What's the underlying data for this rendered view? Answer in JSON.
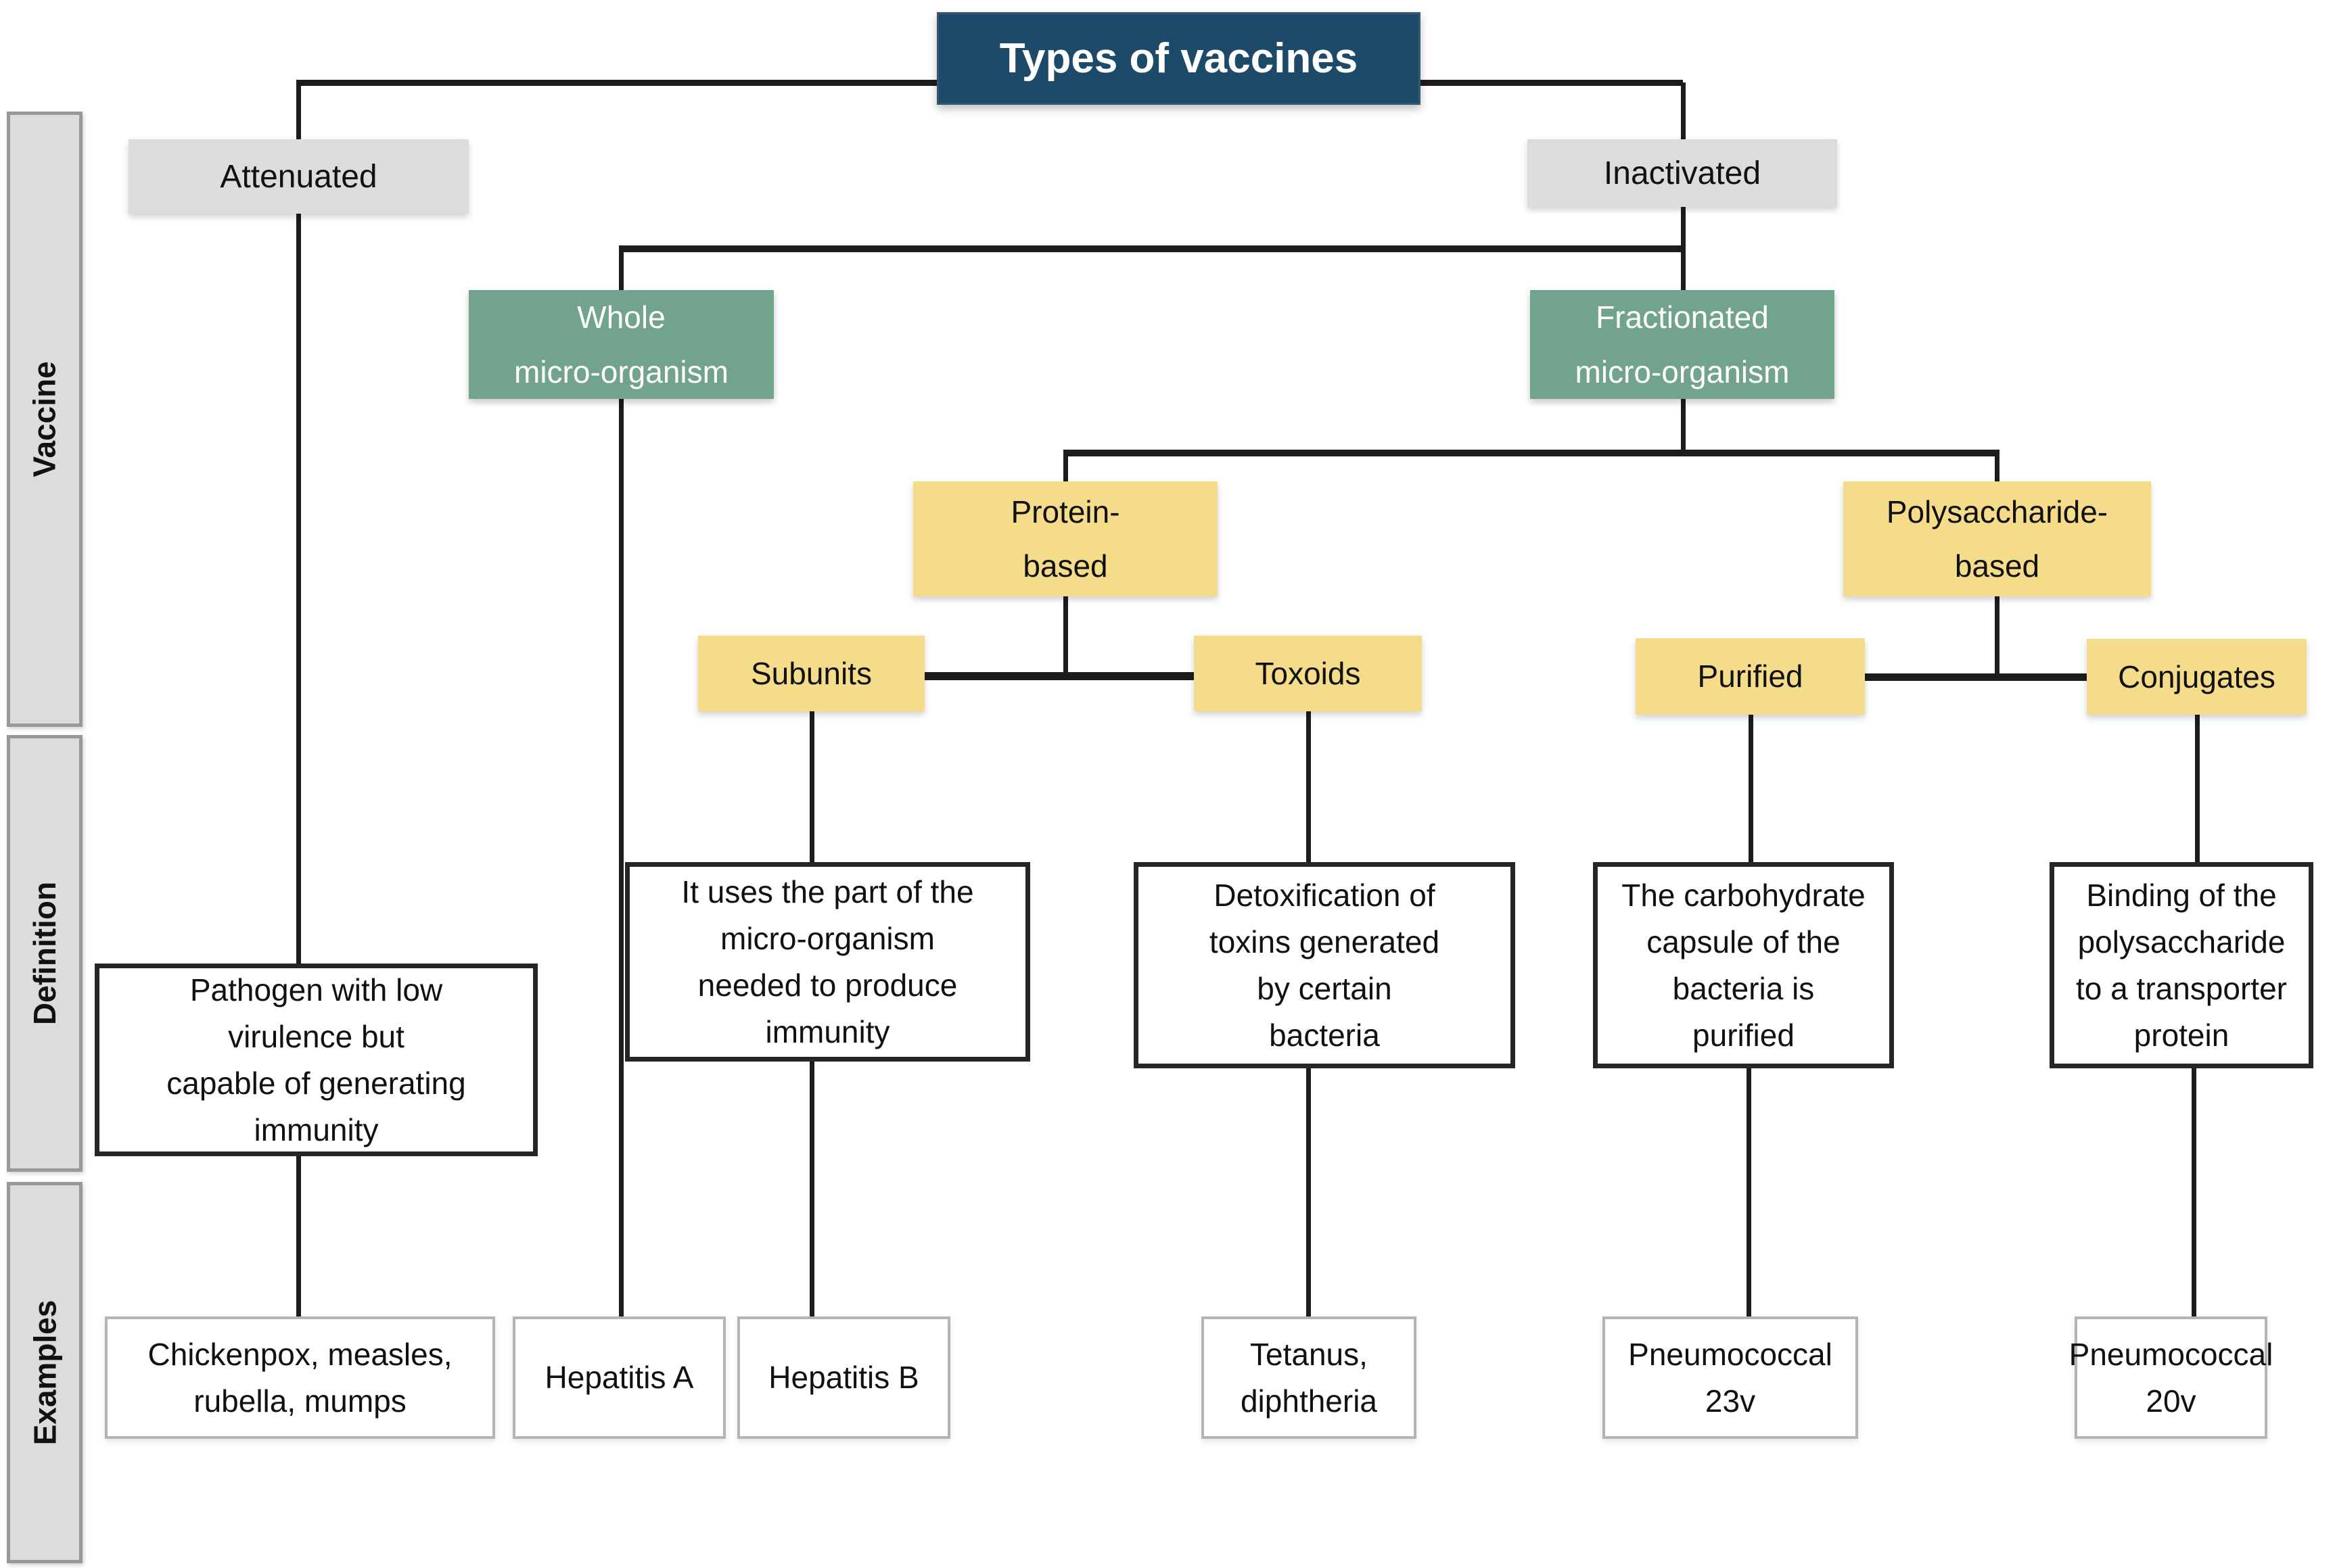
{
  "title": "Types of vaccines",
  "sidebar": {
    "vaccine": "Vaccine",
    "definition": "Definition",
    "examples": "Examples"
  },
  "nodes": {
    "attenuated": {
      "label": "Attenuated"
    },
    "inactivated": {
      "label": "Inactivated"
    },
    "whole": {
      "label": "Whole\nmicro-organism"
    },
    "fractionated": {
      "label": "Fractionated\nmicro-organism"
    },
    "protein": {
      "label": "Protein-\nbased"
    },
    "polysaccharide": {
      "label": "Polysaccharide-\nbased"
    },
    "subunits": {
      "label": "Subunits"
    },
    "toxoids": {
      "label": "Toxoids"
    },
    "purified": {
      "label": "Purified"
    },
    "conjugates": {
      "label": "Conjugates"
    }
  },
  "definitions": {
    "attenuated": "Pathogen with low\nvirulence but\ncapable of generating\nimmunity",
    "subunits": "It uses the part of the\nmicro-organism\nneeded to produce\nimmunity",
    "toxoids": "Detoxification of\ntoxins generated\nby certain\nbacteria",
    "purified": "The carbohydrate\ncapsule of the\nbacteria is\npurified",
    "conjugates": "Binding of the\npolysaccharide\nto a transporter\nprotein"
  },
  "examples": {
    "attenuated": "Chickenpox, measles,\nrubella, mumps",
    "whole": "Hepatitis A",
    "subunits": "Hepatitis B",
    "toxoids": "Tetanus,\ndiphtheria",
    "purified": "Pneumococcal\n23v",
    "conjugates": "Pneumococcal\n20v"
  },
  "colors": {
    "title_bg": "#1d4a68",
    "title_text": "#ffffff",
    "category_bg": "#dcdcdc",
    "group_bg": "#72a48d",
    "group_text": "#ffffff",
    "subgroup_bg": "#f5dc8a",
    "definition_border": "#262626",
    "example_border": "#b4b4b4",
    "line": "#1c1c1c"
  }
}
